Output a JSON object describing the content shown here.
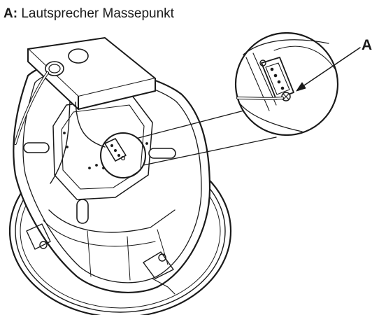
{
  "caption": {
    "key": "A:",
    "text": "Lautsprecher Massepunkt"
  },
  "callout": {
    "letter": "A"
  },
  "colors": {
    "line": "#1a1a1a",
    "fill": "#ffffff",
    "shade": "#cfcfcf"
  }
}
